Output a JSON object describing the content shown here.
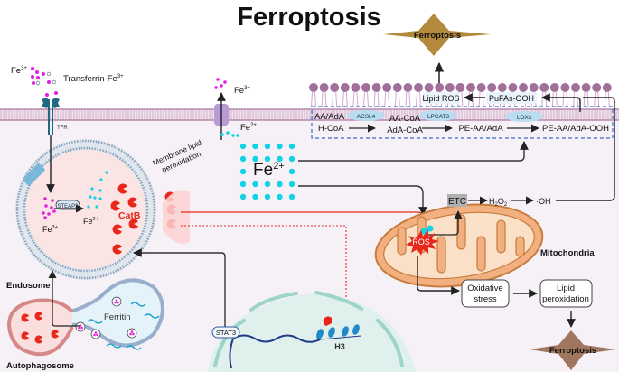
{
  "title": "Ferroptosis",
  "outcome_top": "Ferroptosis",
  "outcome_bottom": "Ferroptosis",
  "extracellular": {
    "fe3_label": "Fe",
    "fe3_charge": "3+",
    "transferrin_label": "Transferrin-Fe",
    "transferrin_charge": "3+",
    "export_fe3_label": "Fe",
    "export_fe3_charge": "3+"
  },
  "membrane": {
    "tfr_label": "TFR",
    "export_fe2_label": "Fe",
    "export_fe2_charge": "2+"
  },
  "endosome": {
    "label": "Endosome",
    "steap3_label": "STEAP3",
    "fe3_label": "Fe",
    "fe3_charge": "3+",
    "fe2_label": "Fe",
    "fe2_charge": "2+",
    "catb_label": "CatB",
    "membrane_peroxidation_line1": "Membrane lipid",
    "membrane_peroxidation_line2": "peroxidation"
  },
  "autophagosome": {
    "label": "Autophagosome",
    "ferritin_label": "Ferritin"
  },
  "labile_iron_pool": {
    "label": "Fe",
    "charge": "2+"
  },
  "lipid_pathway": {
    "substrate_line1": "AA/AdA",
    "substrate_line2": "H-CoA",
    "enzyme1": "ACSL4",
    "intermediate_line1": "AA-CoA",
    "intermediate_line2": "AdA-CoA",
    "enzyme2": "LPCAT3",
    "product1": "PE-AA/AdA",
    "enzyme3": "LOXs",
    "product2": "PE-AA/AdA-OOH",
    "pufas_ooh": "PuFAs-OOH",
    "lipid_ros": "Lipid ROS"
  },
  "mitochondria": {
    "label": "Mitochondria",
    "etc_label": "ETC",
    "h2o2_label": "H",
    "h2o2_sub1": "2",
    "h2o2_mid": "O",
    "h2o2_sub2": "2",
    "hydroxyl_label": "·OH",
    "ros_label": "ROS",
    "oxidative_stress_line1": "Oxidative",
    "oxidative_stress_line2": "stress",
    "lipid_peroxidation_line1": "Lipid",
    "lipid_peroxidation_line2": "peroxidation"
  },
  "nucleus": {
    "stat3_label": "STAT3",
    "h3_label": "H3"
  },
  "colors": {
    "fe3": "#e61ee6",
    "fe2": "#14d2e6",
    "catb": "#e8261a",
    "ferroptosis_star": "#b38a3c",
    "ferroptosis_star_bottom": "#a0765e",
    "lipid_head": "#a0709a",
    "mitochondria": "#f2b080",
    "membrane": "#e6d0e0",
    "cytoplasm": "#f6f1f7",
    "nucleus": "#e0f0ec",
    "enzyme": "#b8dcf0",
    "dashed_box": "#3c6ec8"
  }
}
